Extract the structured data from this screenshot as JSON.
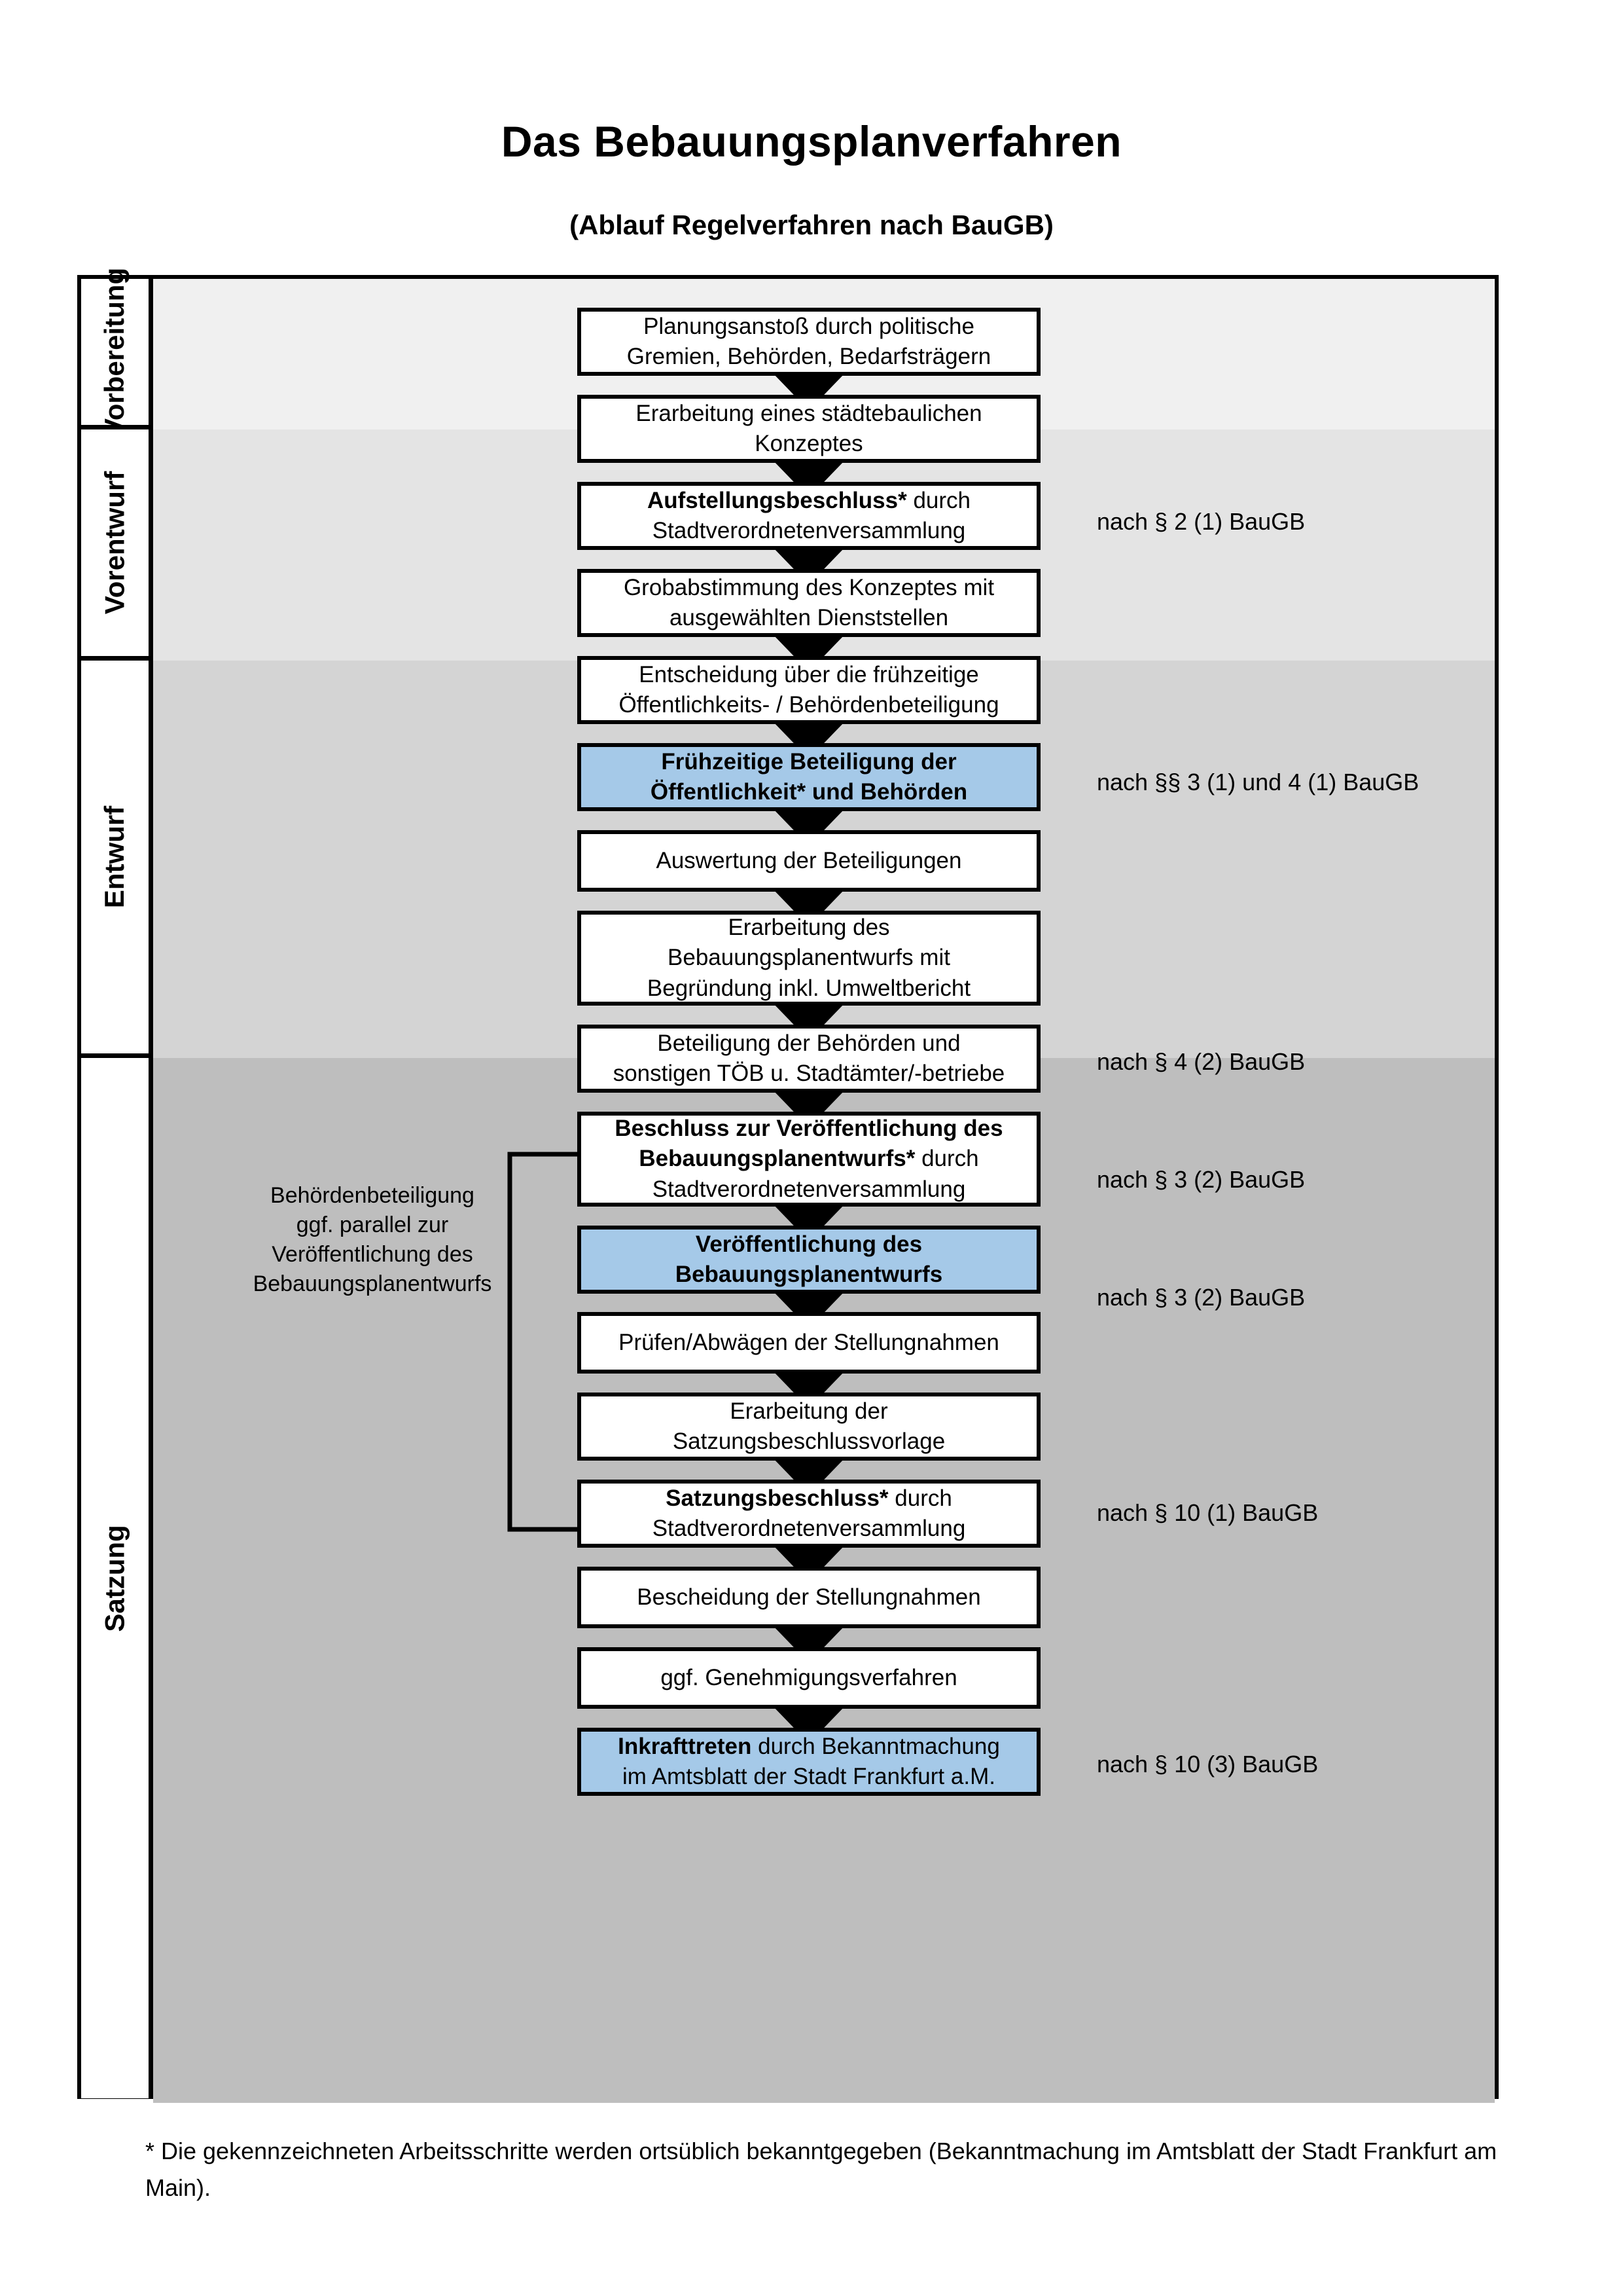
{
  "title": "Das Bebauungsplanverfahren",
  "subtitle": "(Ablauf Regelverfahren nach BauGB)",
  "colors": {
    "highlight": "#a5c9e8",
    "band_vorbereitung": "#f0f0f0",
    "band_vorentwurf": "#e4e4e4",
    "band_entwurf": "#d4d4d4",
    "band_satzung": "#bebebe",
    "border": "#000000"
  },
  "phases": [
    {
      "label": "Vorbereitung"
    },
    {
      "label": "Vorentwurf"
    },
    {
      "label": "Entwurf"
    },
    {
      "label": "Satzung"
    }
  ],
  "steps": [
    {
      "id": "planungsanstoss",
      "line1": "Planungsanstoß durch politische",
      "line2": "Gremien, Behörden, Bedarfsträgern",
      "line3": "",
      "bold_prefix": "",
      "highlight": false
    },
    {
      "id": "staedtebau-konzept",
      "line1": "Erarbeitung eines städtebaulichen",
      "line2": "Konzeptes",
      "line3": "",
      "bold_prefix": "",
      "highlight": false
    },
    {
      "id": "aufstellungsbeschluss",
      "bold_prefix": "Aufstellungsbeschluss*",
      "line1": " durch",
      "line2": "Stadtverordnetenversammlung",
      "line3": "",
      "highlight": false
    },
    {
      "id": "grobabstimmung",
      "line1": "Grobabstimmung des Konzeptes mit",
      "line2": "ausgewählten Dienststellen",
      "line3": "",
      "bold_prefix": "",
      "highlight": false
    },
    {
      "id": "entscheidung-beteiligung",
      "line1": "Entscheidung über die frühzeitige",
      "line2": "Öffentlichkeits- / Behördenbeteiligung",
      "line3": "",
      "bold_prefix": "",
      "highlight": false
    },
    {
      "id": "fruehzeitige-beteiligung",
      "line1": "Frühzeitige Beteiligung der",
      "line2": "Öffentlichkeit* und Behörden",
      "line3": "",
      "bold_prefix": "",
      "highlight": true,
      "all_bold": true
    },
    {
      "id": "auswertung",
      "line1": "Auswertung der Beteiligungen",
      "line2": "",
      "line3": "",
      "bold_prefix": "",
      "highlight": false
    },
    {
      "id": "erarbeitung-entwurf",
      "line1": "Erarbeitung des",
      "line2": "Bebauungsplanentwurfs mit",
      "line3": "Begründung inkl. Umweltbericht",
      "bold_prefix": "",
      "highlight": false
    },
    {
      "id": "beteiligung-behoerden",
      "line1": "Beteiligung der Behörden und",
      "line2": "sonstigen TÖB u. Stadtämter/-betriebe",
      "line3": "",
      "bold_prefix": "",
      "highlight": false
    },
    {
      "id": "beschluss-veroeffentlichung",
      "bold_prefix": "Beschluss zur Veröffentlichung des Bebauungsplanentwurfs*",
      "line1": " durch",
      "line2": "Stadtverordnetenversammlung",
      "line3": "",
      "highlight": false
    },
    {
      "id": "veroeffentlichung",
      "line1": "Veröffentlichung des",
      "line2": "Bebauungsplanentwurfs",
      "line3": "",
      "bold_prefix": "",
      "highlight": true,
      "all_bold": true
    },
    {
      "id": "pruefen-abwaegen",
      "line1": "Prüfen/Abwägen der Stellungnahmen",
      "line2": "",
      "line3": "",
      "bold_prefix": "",
      "highlight": false
    },
    {
      "id": "satzungsbeschlussvorlage",
      "line1": "Erarbeitung der",
      "line2": "Satzungsbeschlussvorlage",
      "line3": "",
      "bold_prefix": "",
      "highlight": false
    },
    {
      "id": "satzungsbeschluss",
      "bold_prefix": "Satzungsbeschluss*",
      "line1": " durch",
      "line2": "Stadtverordnetenversammlung",
      "line3": "",
      "highlight": false
    },
    {
      "id": "bescheidung",
      "line1": "Bescheidung der Stellungnahmen",
      "line2": "",
      "line3": "",
      "bold_prefix": "",
      "highlight": false
    },
    {
      "id": "genehmigungsverfahren",
      "line1": "ggf. Genehmigungsverfahren",
      "line2": "",
      "line3": "",
      "bold_prefix": "",
      "highlight": false
    },
    {
      "id": "inkrafttreten",
      "bold_prefix": "Inkrafttreten",
      "line1": " durch Bekanntmachung",
      "line2": "im Amtsblatt der Stadt Frankfurt a.M.",
      "line3": "",
      "highlight": true
    }
  ],
  "law_refs": [
    {
      "id": "ref-par2-1",
      "text": "nach § 2 (1) BauGB"
    },
    {
      "id": "ref-par3-4-1",
      "text": "nach §§ 3 (1) und 4 (1) BauGB"
    },
    {
      "id": "ref-par4-2",
      "text": "nach § 4 (2) BauGB"
    },
    {
      "id": "ref-par3-2a",
      "text": "nach § 3 (2) BauGB"
    },
    {
      "id": "ref-par3-2b",
      "text": "nach § 3 (2) BauGB"
    },
    {
      "id": "ref-par10-1",
      "text": "nach § 10 (1) BauGB"
    },
    {
      "id": "ref-par10-3",
      "text": "nach § 10 (3) BauGB"
    }
  ],
  "parallel_note": {
    "line1": "Behördenbeteiligung",
    "line2": "ggf. parallel zur",
    "line3": "Veröffentlichung des",
    "line4": "Bebauungsplanentwurfs"
  },
  "footnote": "* Die gekennzeichneten Arbeitsschritte werden ortsüblich bekanntgegeben (Bekanntmachung im Amtsblatt  der Stadt Frankfurt am Main)."
}
